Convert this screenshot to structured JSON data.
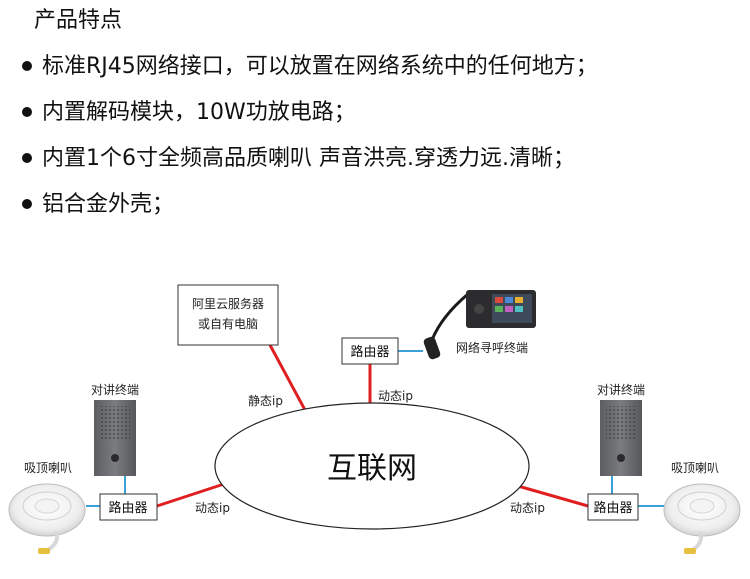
{
  "heading": "产品特点",
  "features": [
    "标准RJ45网络接口，可以放置在网络系统中的任何地方；",
    "内置解码模块，10W功放电路；",
    "内置1个6寸全频高品质喇叭 声音洪亮.穿透力远.清晰；",
    "铝合金外壳；"
  ],
  "diagram": {
    "internet": "互联网",
    "server": {
      "line1": "阿里云服务器",
      "line2": "或自有电脑"
    },
    "router": "路由器",
    "paging_station": "网络寻呼终端",
    "intercom": "对讲终端",
    "ceiling_speaker": "吸顶喇叭",
    "static_ip": "静态ip",
    "dynamic_ip": "动态ip"
  },
  "colors": {
    "link_red": "#e02020",
    "link_blue": "#3aa0d8",
    "panel": "#6f7175"
  }
}
